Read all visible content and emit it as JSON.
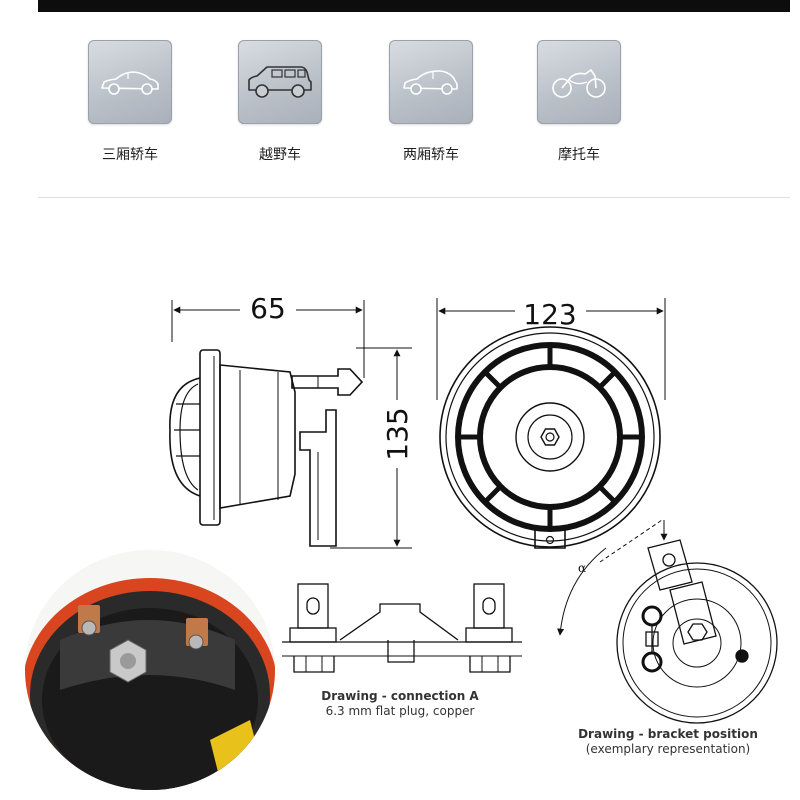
{
  "vehicles": [
    {
      "label": "三厢轿车",
      "icon": "sedan-icon"
    },
    {
      "label": "越野车",
      "icon": "suv-icon"
    },
    {
      "label": "两厢轿车",
      "icon": "hatchback-icon"
    },
    {
      "label": "摩托车",
      "icon": "motorcycle-icon"
    }
  ],
  "dimensions": {
    "depth": "65",
    "diameter": "123",
    "height": "135"
  },
  "connection": {
    "title": "Drawing - connection A",
    "subtitle": "6.3 mm flat plug, copper"
  },
  "bracket": {
    "title": "Drawing - bracket position",
    "subtitle": "(exemplary representation)",
    "angle_label": "α"
  }
}
